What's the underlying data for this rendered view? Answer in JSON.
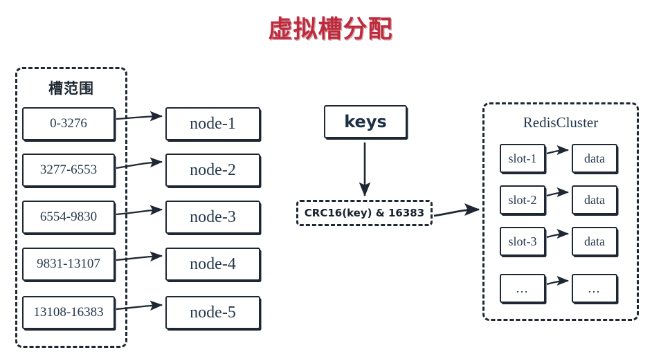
{
  "title": "虚拟槽分配",
  "colors": {
    "title_red": "#bf2b3d",
    "ink": "#1e2733",
    "text_navy": "#25384c",
    "background": "#ffffff"
  },
  "slot_range_panel": {
    "label": "槽范围",
    "ranges": [
      {
        "label": "0-3276"
      },
      {
        "label": "3277-6553"
      },
      {
        "label": "6554-9830"
      },
      {
        "label": "9831-13107"
      },
      {
        "label": "13108-16383"
      }
    ]
  },
  "nodes": [
    {
      "label": "node-1"
    },
    {
      "label": "node-2"
    },
    {
      "label": "node-3"
    },
    {
      "label": "node-4"
    },
    {
      "label": "node-5"
    }
  ],
  "mapping": [
    {
      "range": "0-3276",
      "node": "node-1"
    },
    {
      "range": "3277-6553",
      "node": "node-2"
    },
    {
      "range": "6554-9830",
      "node": "node-3"
    },
    {
      "range": "9831-13107",
      "node": "node-4"
    },
    {
      "range": "13108-16383",
      "node": "node-5"
    }
  ],
  "pipeline": {
    "keys_label": "keys",
    "hash_label": "CRC16(key) & 16383"
  },
  "cluster_panel": {
    "title": "RedisCluster",
    "rows": [
      {
        "slot": "slot-1",
        "data": "data"
      },
      {
        "slot": "slot-2",
        "data": "data"
      },
      {
        "slot": "slot-3",
        "data": "data"
      },
      {
        "slot": "…",
        "data": "…"
      }
    ]
  }
}
